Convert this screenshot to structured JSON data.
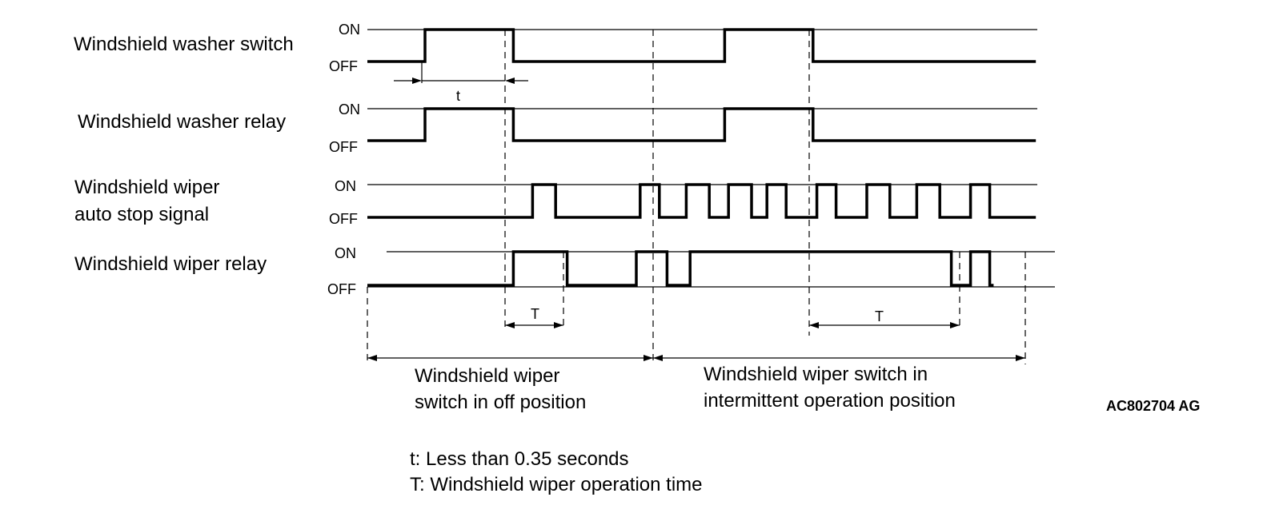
{
  "signals": [
    {
      "id": "washer-switch",
      "label_lines": [
        "Windshield washer switch"
      ],
      "on_label": "ON",
      "off_label": "OFF",
      "transitions_s": [
        [
          0,
          0
        ],
        [
          0.15,
          0
        ],
        [
          0.15,
          1
        ],
        [
          0.38,
          1
        ],
        [
          0.38,
          0
        ],
        [
          0.93,
          0
        ],
        [
          0.93,
          1
        ],
        [
          1.16,
          1
        ],
        [
          1.16,
          0
        ],
        [
          1.74,
          0
        ]
      ]
    },
    {
      "id": "washer-relay",
      "label_lines": [
        "Windshield washer relay"
      ],
      "on_label": "ON",
      "off_label": "OFF",
      "transitions_s": [
        [
          0,
          0
        ],
        [
          0.15,
          0
        ],
        [
          0.15,
          1
        ],
        [
          0.38,
          1
        ],
        [
          0.38,
          0
        ],
        [
          0.93,
          0
        ],
        [
          0.93,
          1
        ],
        [
          1.16,
          1
        ],
        [
          1.16,
          0
        ],
        [
          1.74,
          0
        ]
      ]
    },
    {
      "id": "auto-stop",
      "label_lines": [
        "Windshield wiper",
        "auto stop signal"
      ],
      "on_label": "ON",
      "off_label": "OFF",
      "transitions_s": [
        [
          0,
          0
        ],
        [
          0.43,
          0
        ],
        [
          0.43,
          1
        ],
        [
          0.49,
          1
        ],
        [
          0.49,
          0
        ],
        [
          0.71,
          0
        ],
        [
          0.71,
          1
        ],
        [
          0.76,
          1
        ],
        [
          0.76,
          0
        ],
        [
          0.83,
          0
        ],
        [
          0.83,
          1
        ],
        [
          0.89,
          1
        ],
        [
          0.89,
          0
        ],
        [
          0.94,
          0
        ],
        [
          0.94,
          1
        ],
        [
          1.0,
          1
        ],
        [
          1.0,
          0
        ],
        [
          1.04,
          0
        ],
        [
          1.04,
          1
        ],
        [
          1.09,
          1
        ],
        [
          1.09,
          0
        ],
        [
          1.17,
          0
        ],
        [
          1.17,
          1
        ],
        [
          1.22,
          1
        ],
        [
          1.22,
          0
        ],
        [
          1.3,
          0
        ],
        [
          1.3,
          1
        ],
        [
          1.36,
          1
        ],
        [
          1.36,
          0
        ],
        [
          1.43,
          0
        ],
        [
          1.43,
          1
        ],
        [
          1.49,
          1
        ],
        [
          1.49,
          0
        ],
        [
          1.57,
          0
        ],
        [
          1.57,
          1
        ],
        [
          1.62,
          1
        ],
        [
          1.62,
          0
        ],
        [
          1.74,
          0
        ]
      ]
    },
    {
      "id": "wiper-relay",
      "label_lines": [
        "Windshield wiper relay"
      ],
      "on_label": "ON",
      "off_label": "OFF",
      "transitions_s": [
        [
          0,
          0
        ],
        [
          0.38,
          0
        ],
        [
          0.38,
          1
        ],
        [
          0.52,
          1
        ],
        [
          0.52,
          0
        ],
        [
          0.7,
          0
        ],
        [
          0.7,
          1
        ],
        [
          0.78,
          1
        ],
        [
          0.78,
          0
        ],
        [
          0.84,
          0
        ],
        [
          0.84,
          1
        ],
        [
          1.52,
          1
        ],
        [
          1.52,
          0
        ],
        [
          1.57,
          0
        ],
        [
          1.57,
          1
        ],
        [
          1.62,
          1
        ],
        [
          1.62,
          0
        ],
        [
          1.63,
          0
        ]
      ]
    }
  ],
  "timing_marks": {
    "t_label": "t",
    "T_label": "T"
  },
  "range_labels": {
    "off_position": [
      "Windshield wiper",
      "switch in off position"
    ],
    "intermittent_position": [
      "Windshield wiper switch in",
      "intermittent operation position"
    ]
  },
  "figure_code": "AC802704 AG",
  "notes": [
    "t: Less than 0.35 seconds",
    "T: Windshield wiper operation time"
  ]
}
